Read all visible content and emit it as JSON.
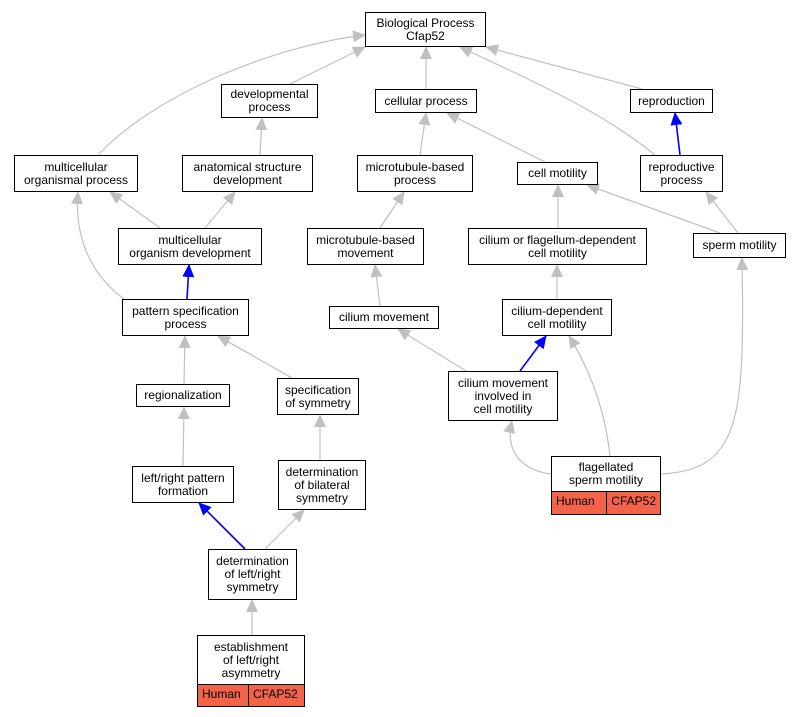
{
  "colors": {
    "edge_default": "#c0c0c0",
    "edge_highlight": "#0000ff",
    "tag_background": "#f2634a"
  },
  "nodes": {
    "bp": {
      "lines": [
        "Biological Process",
        "Cfap52"
      ]
    },
    "dev": {
      "lines": [
        "developmental",
        "process"
      ]
    },
    "cell": {
      "lines": [
        "cellular process"
      ]
    },
    "repr": {
      "lines": [
        "reproduction"
      ]
    },
    "mop": {
      "lines": [
        "multicellular",
        "organismal process"
      ]
    },
    "asd": {
      "lines": [
        "anatomical structure",
        "development"
      ]
    },
    "mtb": {
      "lines": [
        "microtubule-based",
        "process"
      ]
    },
    "cmot": {
      "lines": [
        "cell motility"
      ]
    },
    "rproc": {
      "lines": [
        "reproductive",
        "process"
      ]
    },
    "mod": {
      "lines": [
        "multicellular",
        "organism development"
      ]
    },
    "mtm": {
      "lines": [
        "microtubule-based",
        "movement"
      ]
    },
    "cfdm": {
      "lines": [
        "cilium or flagellum-dependent",
        "cell motility"
      ]
    },
    "spm": {
      "lines": [
        "sperm motility"
      ]
    },
    "psp": {
      "lines": [
        "pattern specification",
        "process"
      ]
    },
    "cmov": {
      "lines": [
        "cilium movement"
      ]
    },
    "cdcm": {
      "lines": [
        "cilium-dependent",
        "cell motility"
      ]
    },
    "reg": {
      "lines": [
        "regionalization"
      ]
    },
    "sos": {
      "lines": [
        "specification",
        "of symmetry"
      ]
    },
    "cmic": {
      "lines": [
        "cilium movement",
        "involved in",
        "cell motility"
      ]
    },
    "lrpf": {
      "lines": [
        "left/right pattern",
        "formation"
      ]
    },
    "dbs": {
      "lines": [
        "determination",
        "of bilateral",
        "symmetry"
      ]
    },
    "fsm": {
      "lines": [
        "flagellated",
        "sperm motility"
      ],
      "tags": [
        "Human",
        "CFAP52"
      ]
    },
    "dlrs": {
      "lines": [
        "determination",
        "of left/right",
        "symmetry"
      ]
    },
    "elra": {
      "lines": [
        "establishment",
        "of left/right",
        "asymmetry"
      ],
      "tags": [
        "Human",
        "CFAP52"
      ]
    }
  }
}
